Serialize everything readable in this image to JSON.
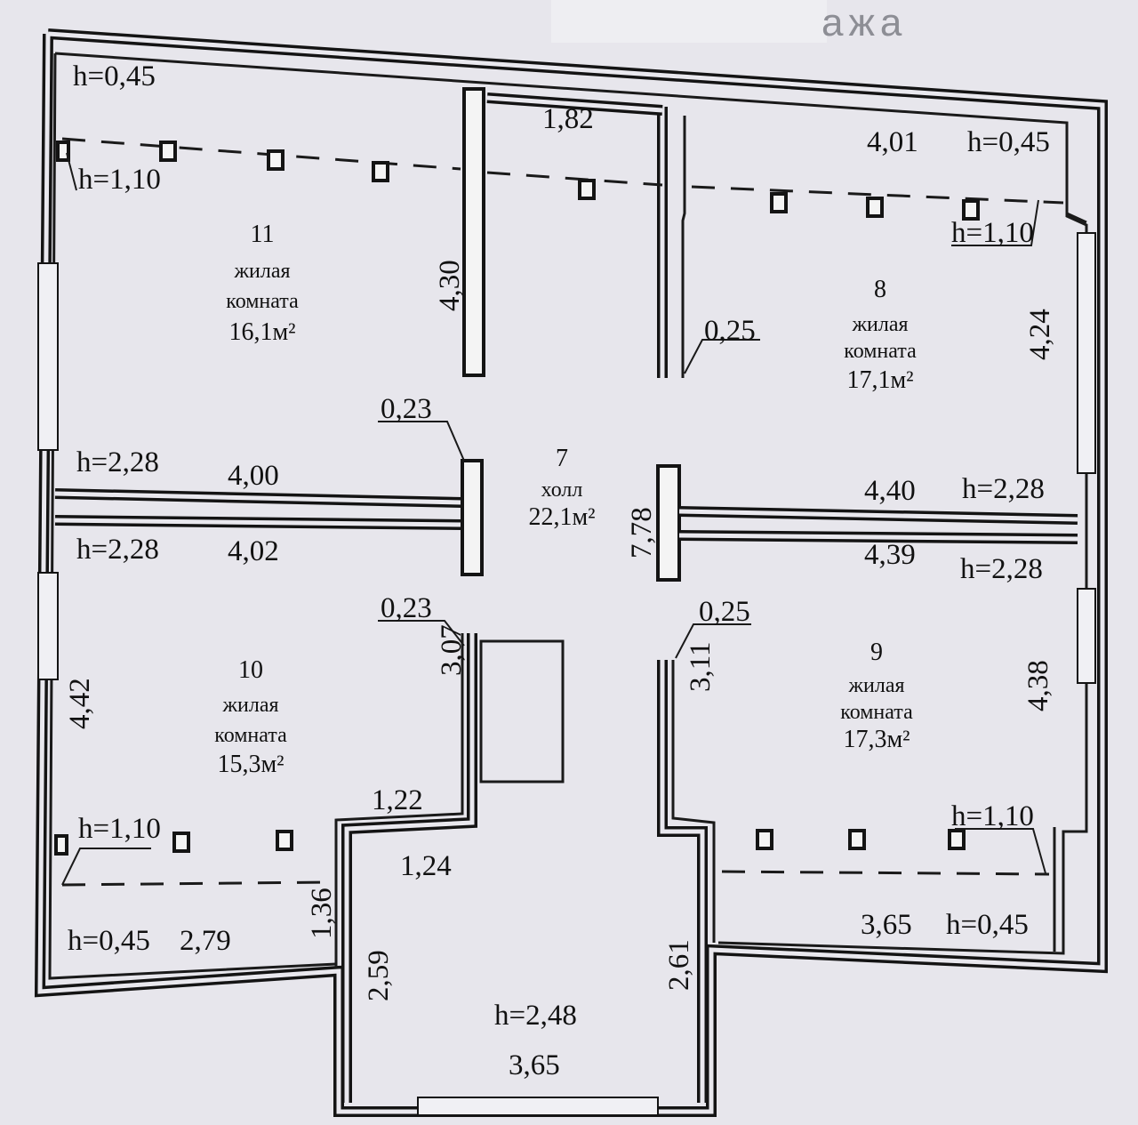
{
  "header": {
    "title_fragment": "ажа"
  },
  "rooms": [
    {
      "number": "11",
      "type": "жилая",
      "type2": "комната",
      "area": "16,1м²"
    },
    {
      "number": "8",
      "type": "жилая",
      "type2": "комната",
      "area": "17,1м²"
    },
    {
      "number": "7",
      "type": "холл",
      "area": "22,1м²"
    },
    {
      "number": "10",
      "type": "жилая",
      "type2": "комната",
      "area": "15,3м²"
    },
    {
      "number": "9",
      "type": "жилая",
      "type2": "комната",
      "area": "17,3м²"
    }
  ],
  "dimensions": {
    "d182": "1,82",
    "d401": "4,01",
    "d430": "4,30",
    "d025a": "0,25",
    "d424": "4,24",
    "d023a": "0,23",
    "d400": "4,00",
    "d778": "7,78",
    "d440": "4,40",
    "d402": "4,02",
    "d439": "4,39",
    "d023b": "0,23",
    "d307": "3,07",
    "d025b": "0,25",
    "d311": "3,11",
    "d442": "4,42",
    "d438": "4,38",
    "d122": "1,22",
    "d124": "1,24",
    "d136": "1,36",
    "d279": "2,79",
    "d259": "2,59",
    "d261": "2,61",
    "d365a": "3,65",
    "d365b": "3,65"
  },
  "heights": {
    "h045_tl": "h=0,45",
    "h110_tl": "h=1,10",
    "h045_tr": "h=0,45",
    "h110_tr": "h=1,10",
    "h228_l1": "h=2,28",
    "h228_r1": "h=2,28",
    "h228_l2": "h=2,28",
    "h228_r2": "h=2,28",
    "h110_bl": "h=1,10",
    "h045_bl": "h=0,45",
    "h110_br": "h=1,10",
    "h045_br": "h=0,45",
    "h248": "h=2,48"
  }
}
